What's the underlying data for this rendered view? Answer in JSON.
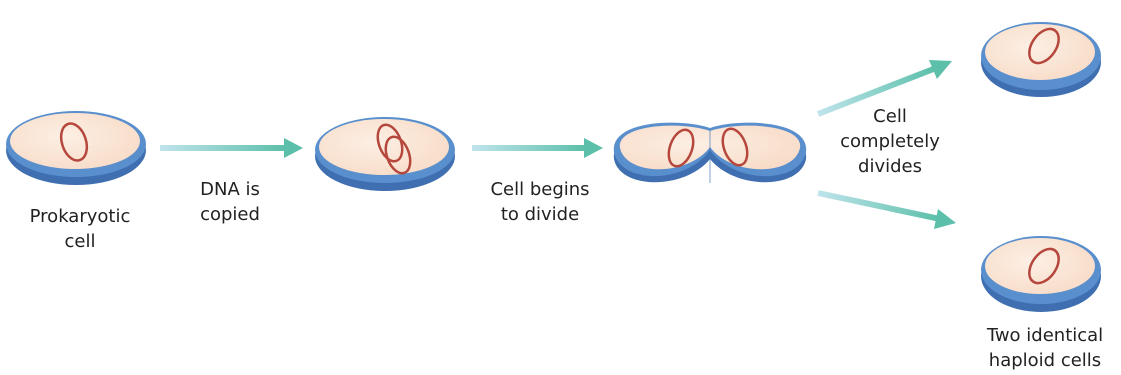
{
  "labels": {
    "prokaryotic_cell": [
      "Prokaryotic",
      "cell"
    ],
    "dna_copied": [
      "DNA is",
      "copied"
    ],
    "cell_begins": [
      "Cell begins",
      "to divide"
    ],
    "cell_divides": [
      "Cell",
      "completely",
      "divides"
    ],
    "two_identical": [
      "Two identical",
      "haploid cells"
    ]
  },
  "colors": {
    "cell_body": "#f8dcc8",
    "cell_highlight": "#fcefe4",
    "cell_wall": "#5a8fcd",
    "cell_wall_dark": "#3f6fb0",
    "dna": "#b5473c",
    "arrow_start": "#bfe4ec",
    "arrow_end": "#5bbfa9"
  }
}
